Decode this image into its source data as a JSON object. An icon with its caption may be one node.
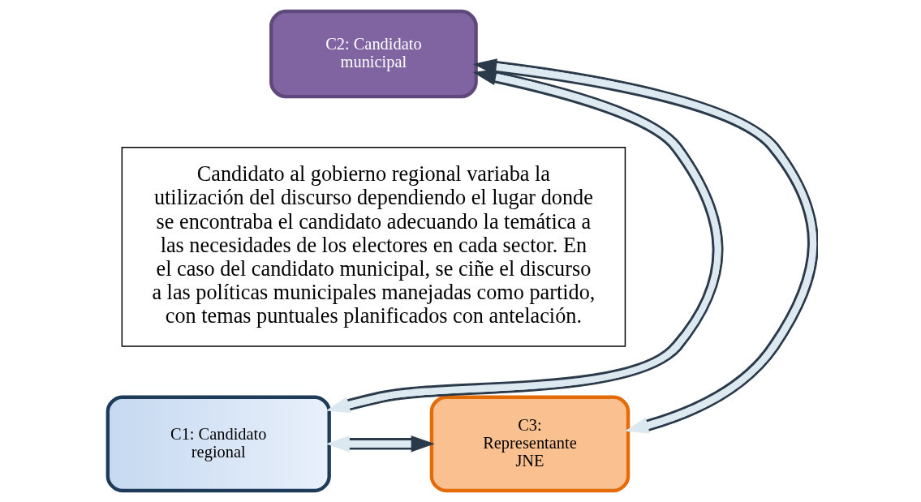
{
  "diagram": {
    "nodes": [
      {
        "text": [
          "C2: Candidato municipal"
        ]
      },
      {
        "text": [
          "Candidato al gobierno regional variaba la utilización del discurso dependiendo el lugar donde se encontraba el candidato adecuando la temática a las necesidades de los electores en cada sector. En el caso del candidato municipal, se ciñe el discurso a las políticas municipales manejadas como partido, con temas puntuales planificados con antelación."
        ]
      },
      {
        "text": [
          "C1: Candidato regional"
        ]
      },
      {
        "text": [
          "C3: Representante JNE"
        ]
      }
    ],
    "edges": [
      {
        "from": 2,
        "to": 0,
        "arrow": "both"
      },
      {
        "from": 3,
        "to": 0,
        "arrow": "both"
      },
      {
        "from": 2,
        "to": 3,
        "arrow": "both"
      }
    ]
  }
}
